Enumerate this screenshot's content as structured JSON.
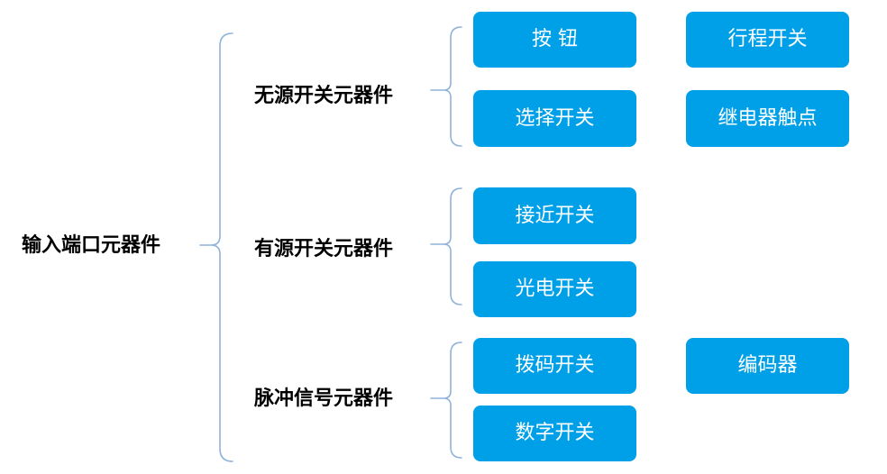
{
  "root": {
    "label": "输入端口元器件"
  },
  "categories": [
    {
      "label": "无源开关元器件",
      "items": [
        "按 钮",
        "行程开关",
        "选择开关",
        "继电器触点"
      ]
    },
    {
      "label": "有源开关元器件",
      "items": [
        "接近开关",
        "光电开关"
      ]
    },
    {
      "label": "脉冲信号元器件",
      "items": [
        "拨码开关",
        "编码器",
        "数字开关"
      ]
    }
  ],
  "colors": {
    "box_fill": "#00a0e9",
    "box_text": "#ffffff",
    "bracket": "#8fb3d9",
    "label_text": "#000000"
  }
}
